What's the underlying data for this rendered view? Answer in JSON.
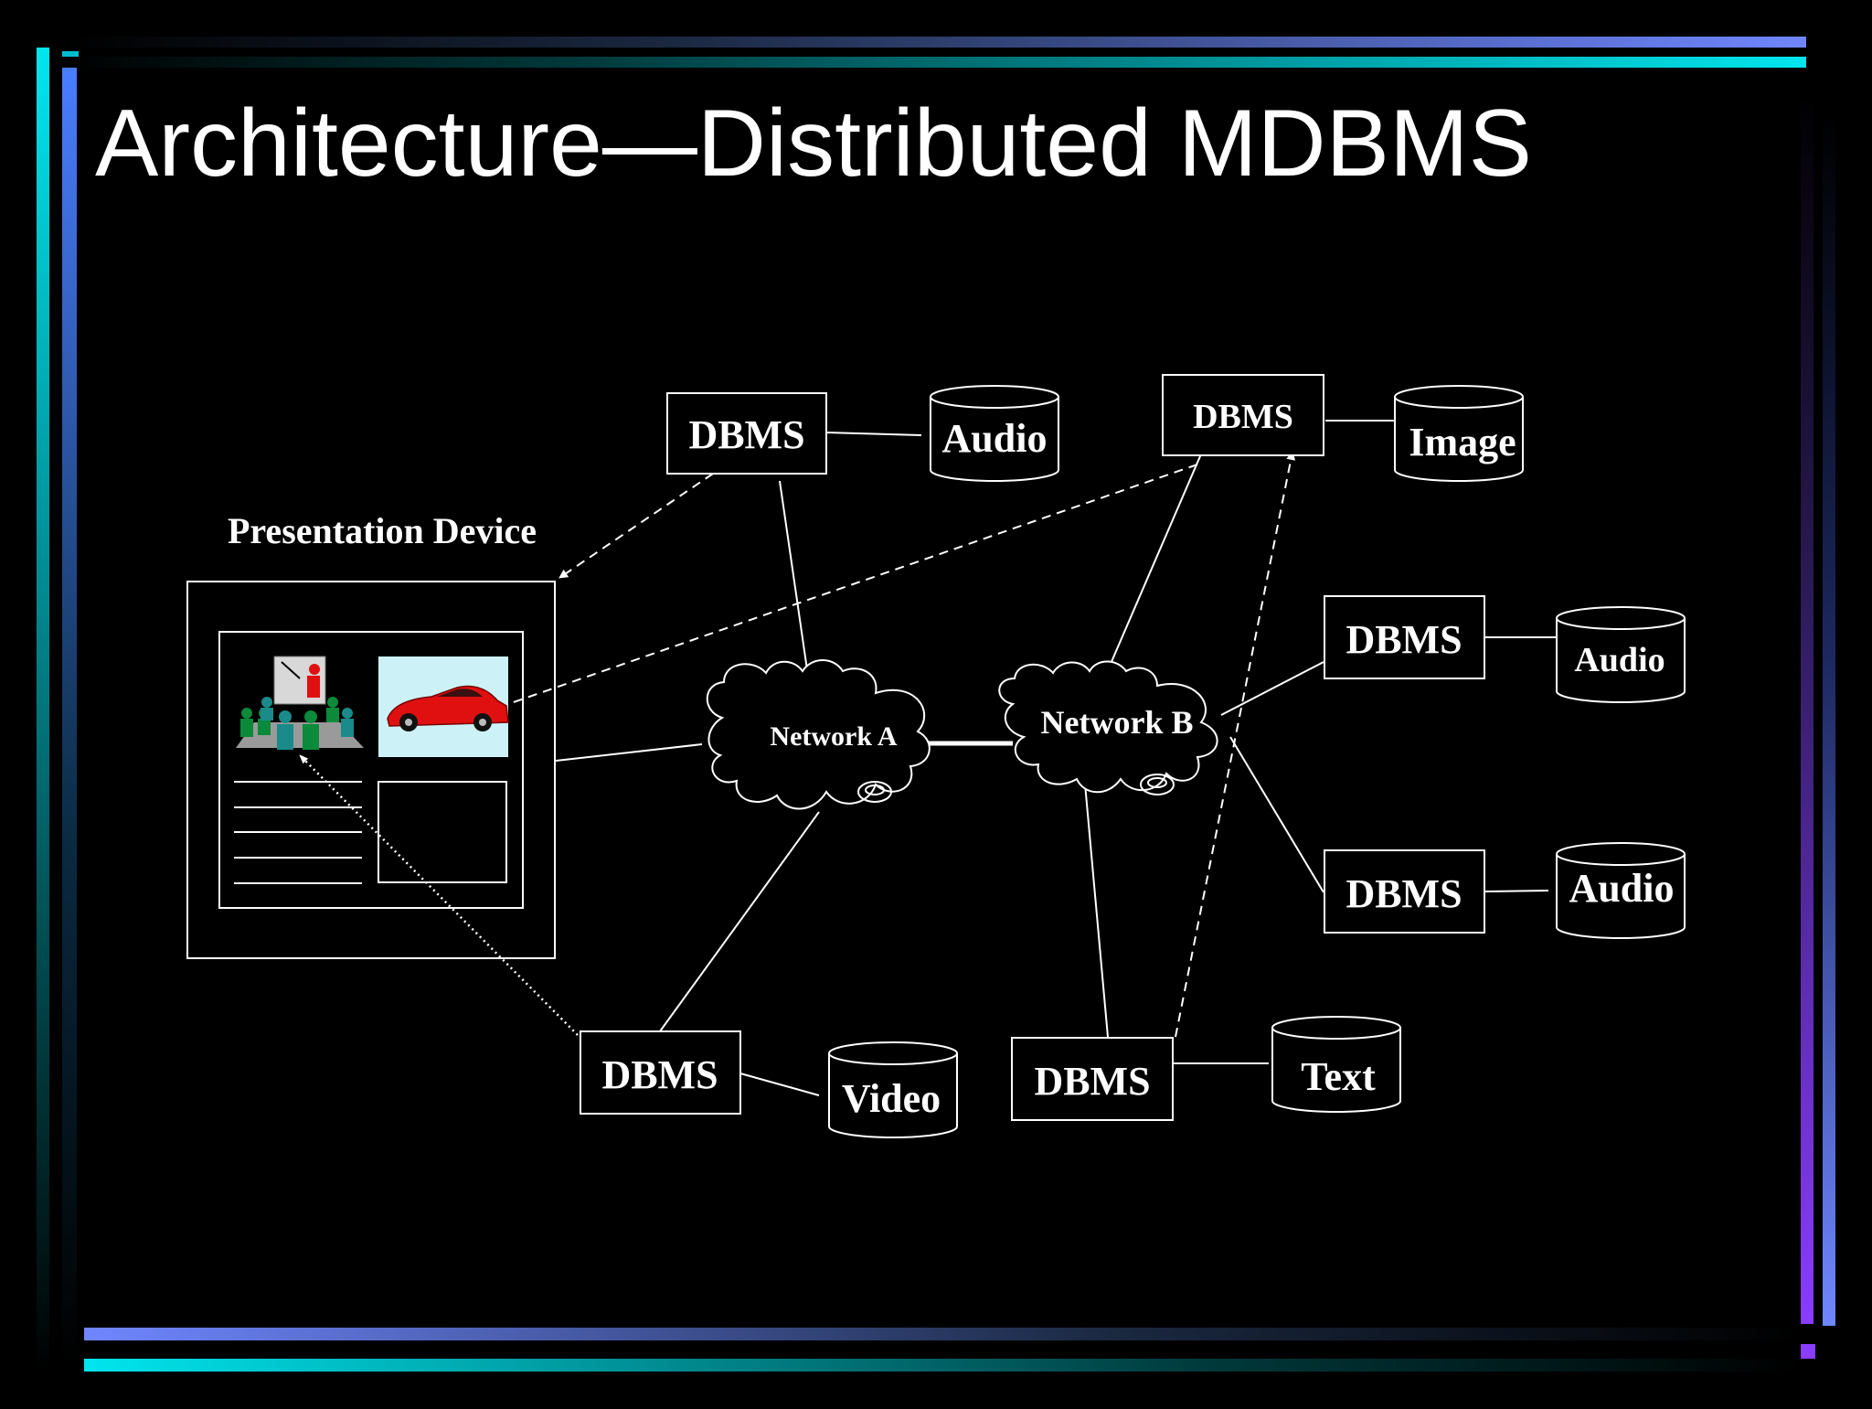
{
  "slide": {
    "title": "Architecture—Distributed MDBMS"
  },
  "colors": {
    "background": "#000000",
    "bar_cyan": "#00e5ee",
    "bar_periwinkle": "#6f86ff",
    "bar_violet": "#8a3cff",
    "line": "#ffffff"
  },
  "diagram": {
    "presentation_device": {
      "label": "Presentation Device"
    },
    "networks": {
      "a": "Network A",
      "b": "Network B"
    },
    "dbms_label": "DBMS",
    "stores": {
      "audio_top": "Audio",
      "image": "Image",
      "audio_right_1": "Audio",
      "audio_right_2": "Audio",
      "video": "Video",
      "text": "Text"
    },
    "icons": [
      "presentation-meeting-icon",
      "red-sports-car-icon",
      "disk-icon"
    ]
  }
}
